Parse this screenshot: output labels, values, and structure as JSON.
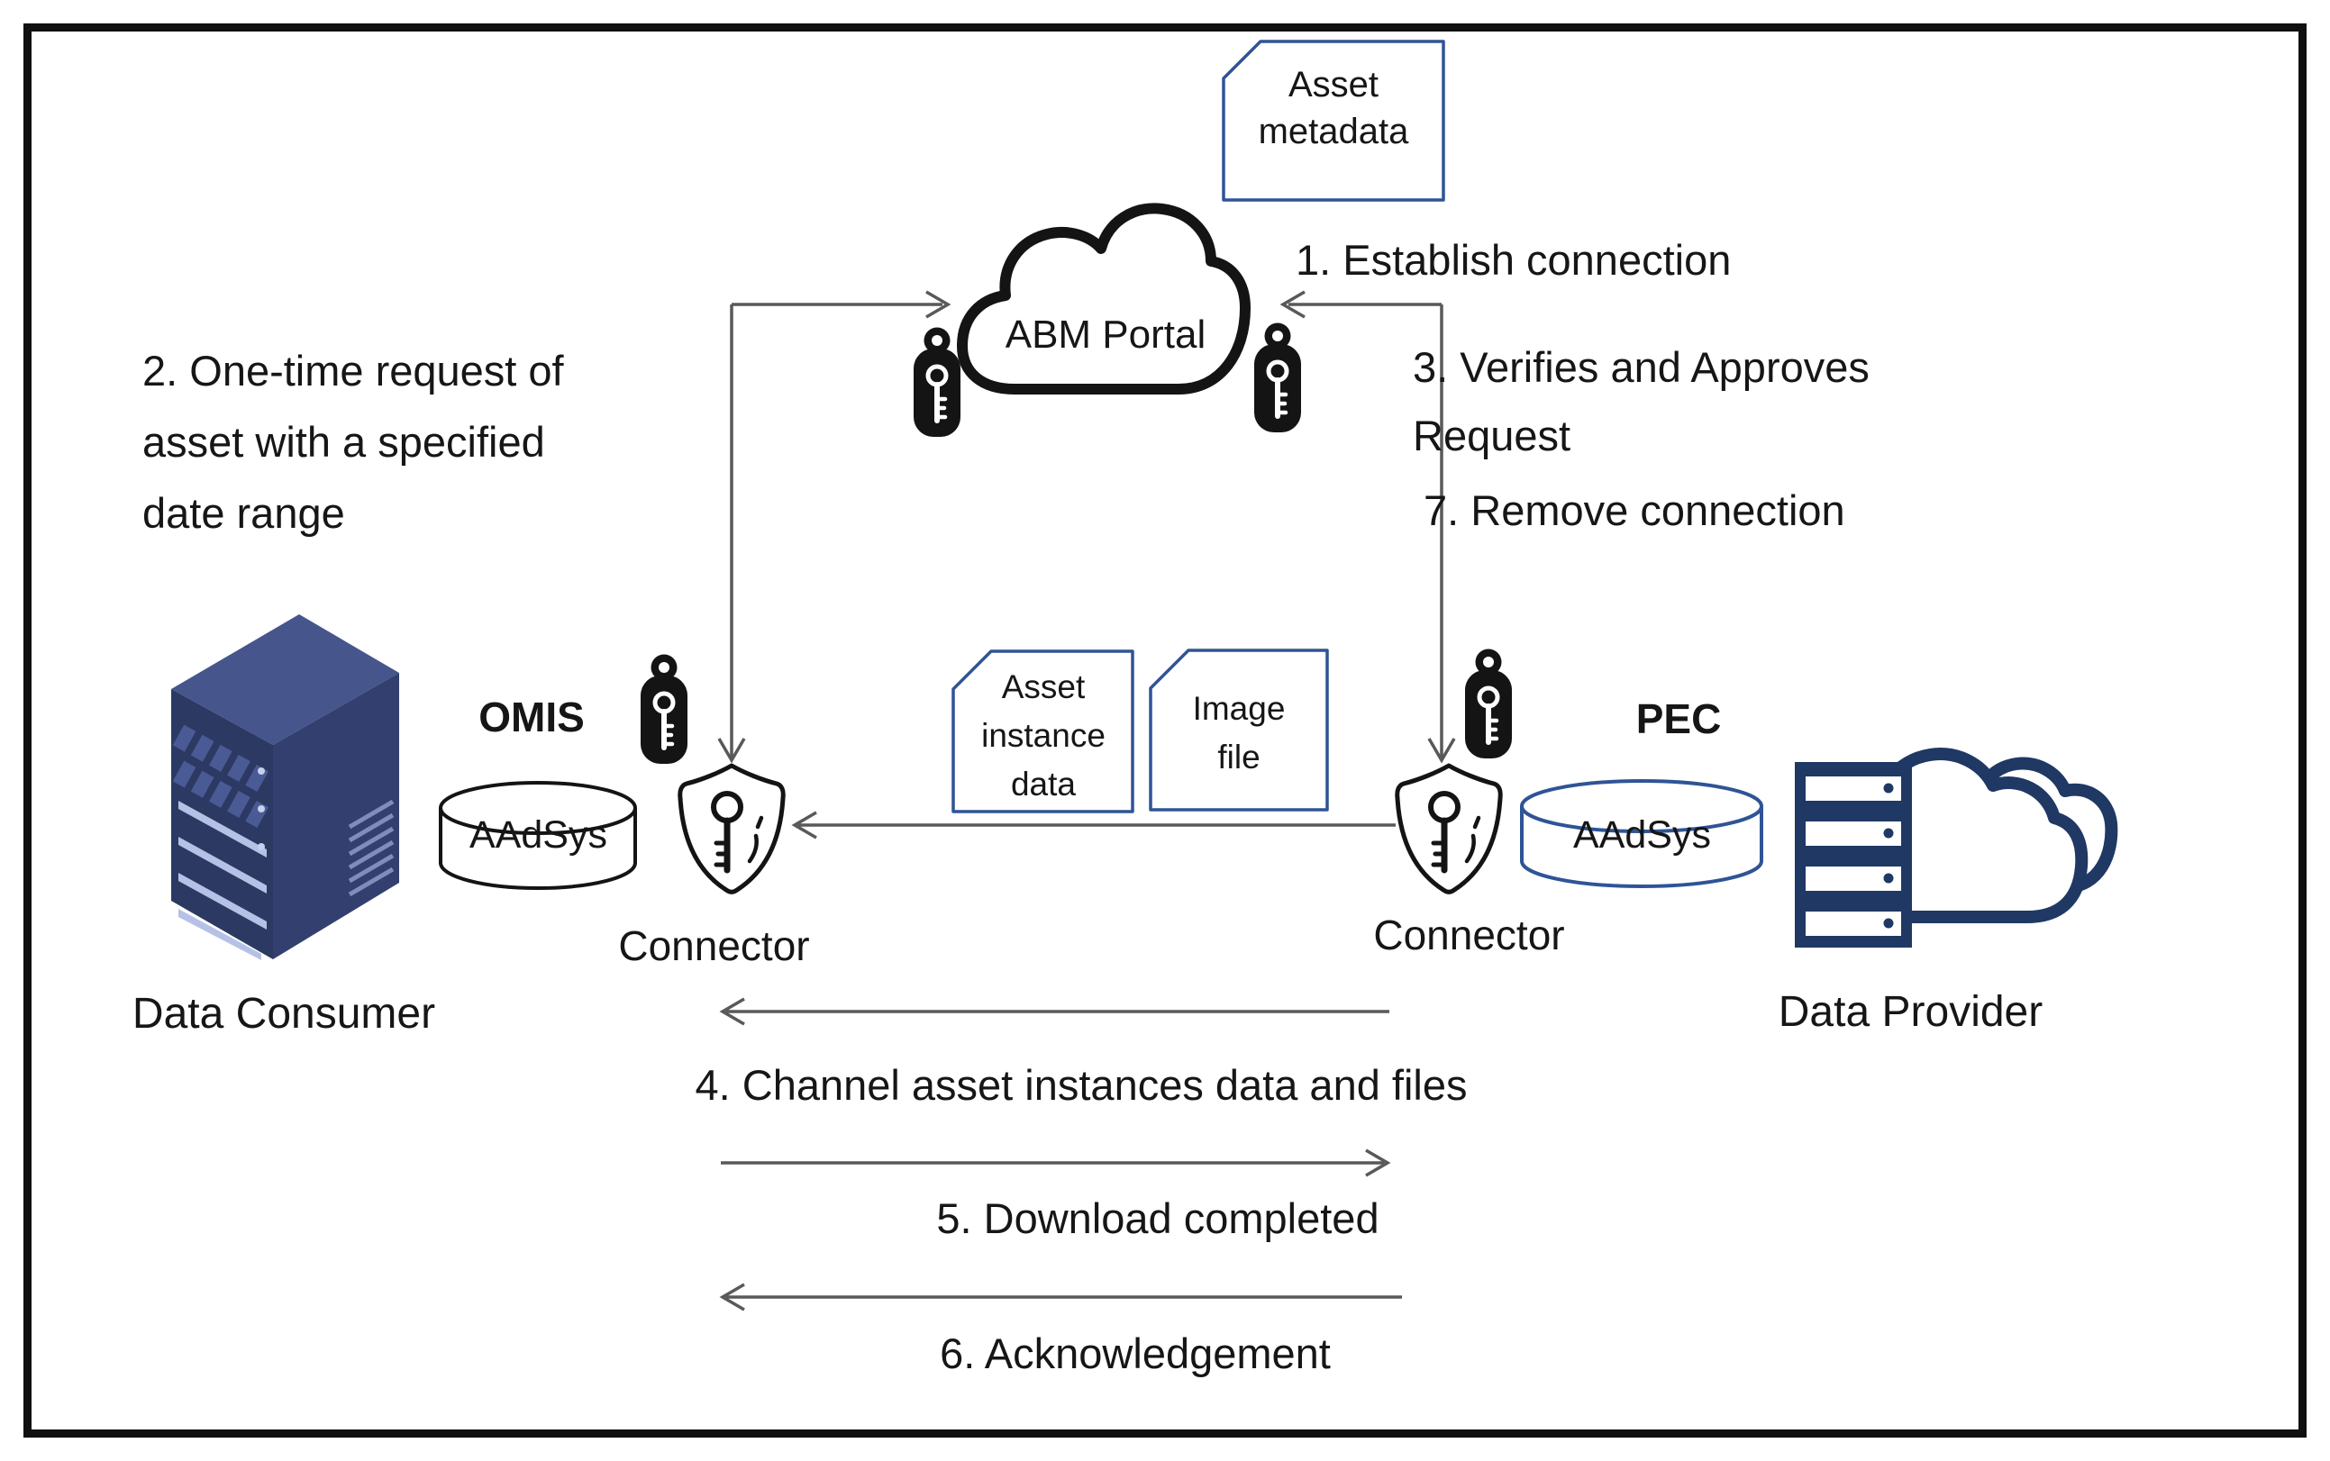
{
  "diagram_title": "Asset data exchange flow between Data Consumer and Data Provider via ABM Portal",
  "colors": {
    "accent_blue_border": "#2F5496",
    "provider_navy": "#1F3864",
    "consumer_navy_front": "#2C3963",
    "consumer_navy_side": "#333F6E",
    "consumer_navy_top": "#46568C",
    "stripe_light_blue": "#B6C1E6",
    "connector_line_gray": "#595959",
    "icon_black": "#141414"
  },
  "portal": {
    "label": "ABM Portal",
    "metadata_doc_label": "Asset\nmetadata"
  },
  "documents": {
    "asset_instance": "Asset\ninstance\ndata",
    "image_file": "Image\nfile"
  },
  "consumer": {
    "label": "Data Consumer",
    "system": "OMIS",
    "registry": "AAdSys",
    "connector": "Connector"
  },
  "provider": {
    "label": "Data Provider",
    "system": "PEC",
    "registry": "AAdSys",
    "connector": "Connector"
  },
  "steps": [
    {
      "label": "1. Establish connection"
    },
    {
      "label": "2. One-time request of\nasset with a specified\ndate range"
    },
    {
      "label": "3. Verifies and Approves\nRequest"
    },
    {
      "label": "4. Channel asset instances data and files"
    },
    {
      "label": "5. Download completed"
    },
    {
      "label": "6. Acknowledgement"
    },
    {
      "label": "7. Remove connection"
    }
  ],
  "icons": {
    "cloud": "cloud-shape",
    "access_key": "access-key-icon",
    "connector_shield": "shield-key-icon",
    "database": "database-cylinder-icon",
    "server": "server-icon"
  }
}
